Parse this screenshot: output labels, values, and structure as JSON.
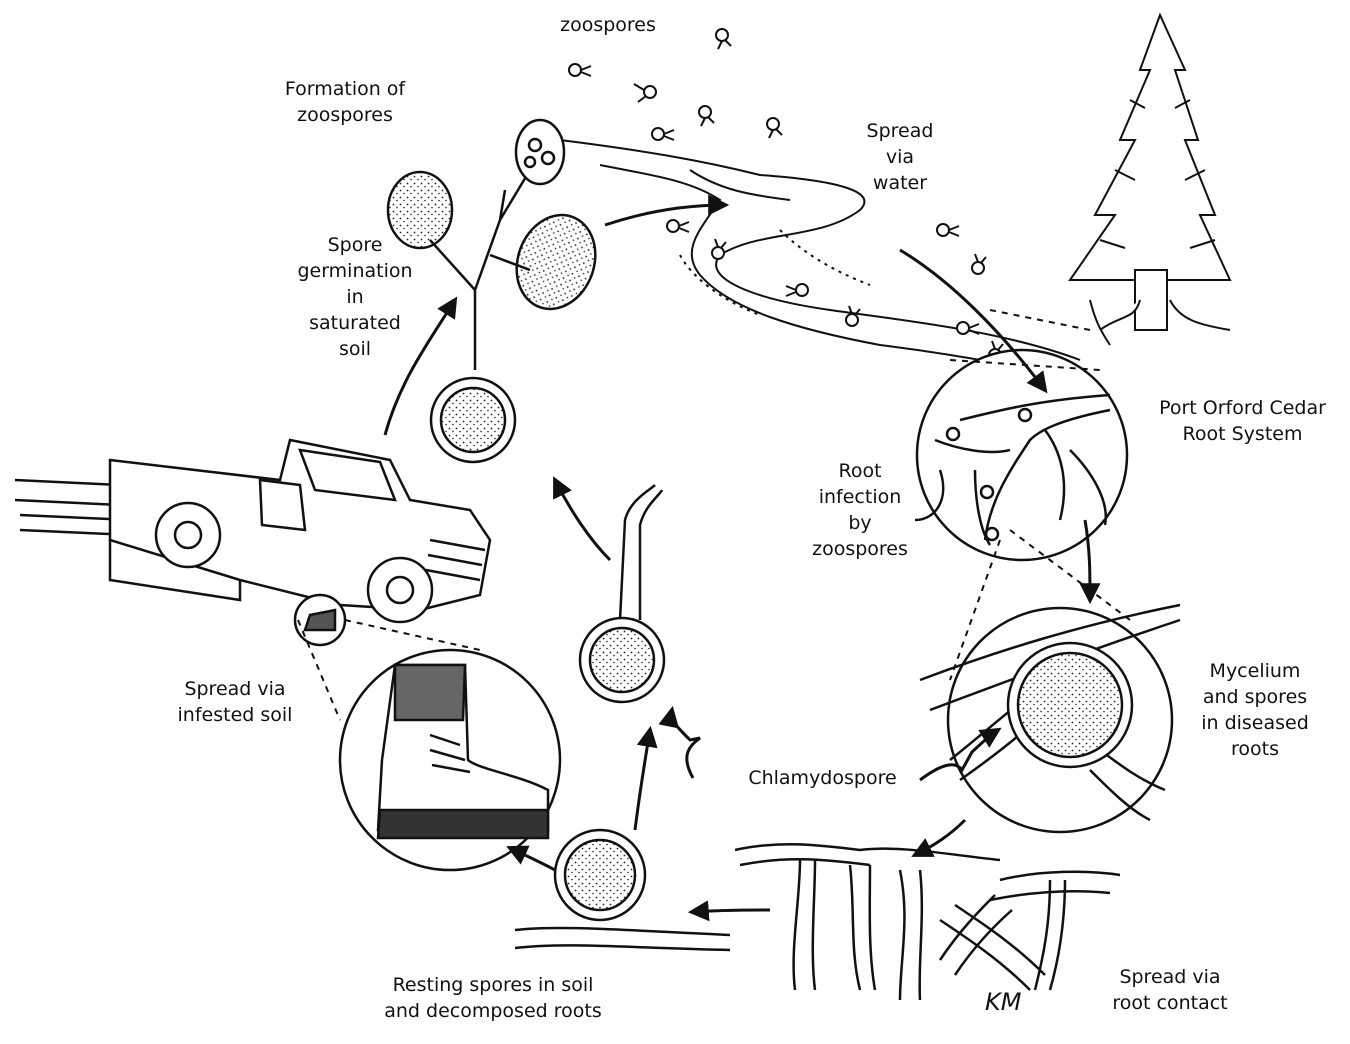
{
  "labels": {
    "zoospores": [
      "zoospores"
    ],
    "formation": [
      "Formation of",
      "zoospores"
    ],
    "spread_water": [
      "Spread",
      "via",
      "water"
    ],
    "germination": [
      "Spore",
      "germination",
      "in",
      "saturated",
      "soil"
    ],
    "cedar": [
      "Port Orford Cedar",
      "Root System"
    ],
    "root_infection": [
      "Root",
      "infection",
      "by",
      "zoospores"
    ],
    "mycelium": [
      "Mycelium",
      "and spores",
      "in diseased",
      "roots"
    ],
    "chlamydospore": [
      "Chlamydospore"
    ],
    "infested_soil": [
      "Spread via",
      "infested soil"
    ],
    "resting": [
      "Resting spores in soil",
      "and decomposed roots"
    ],
    "root_contact": [
      "Spread via",
      "root contact"
    ],
    "signature": "KM"
  },
  "colors": {
    "ink": "#111111",
    "background": "#ffffff",
    "spore_fill": "#f4f4f4",
    "stipple": "#222222"
  }
}
